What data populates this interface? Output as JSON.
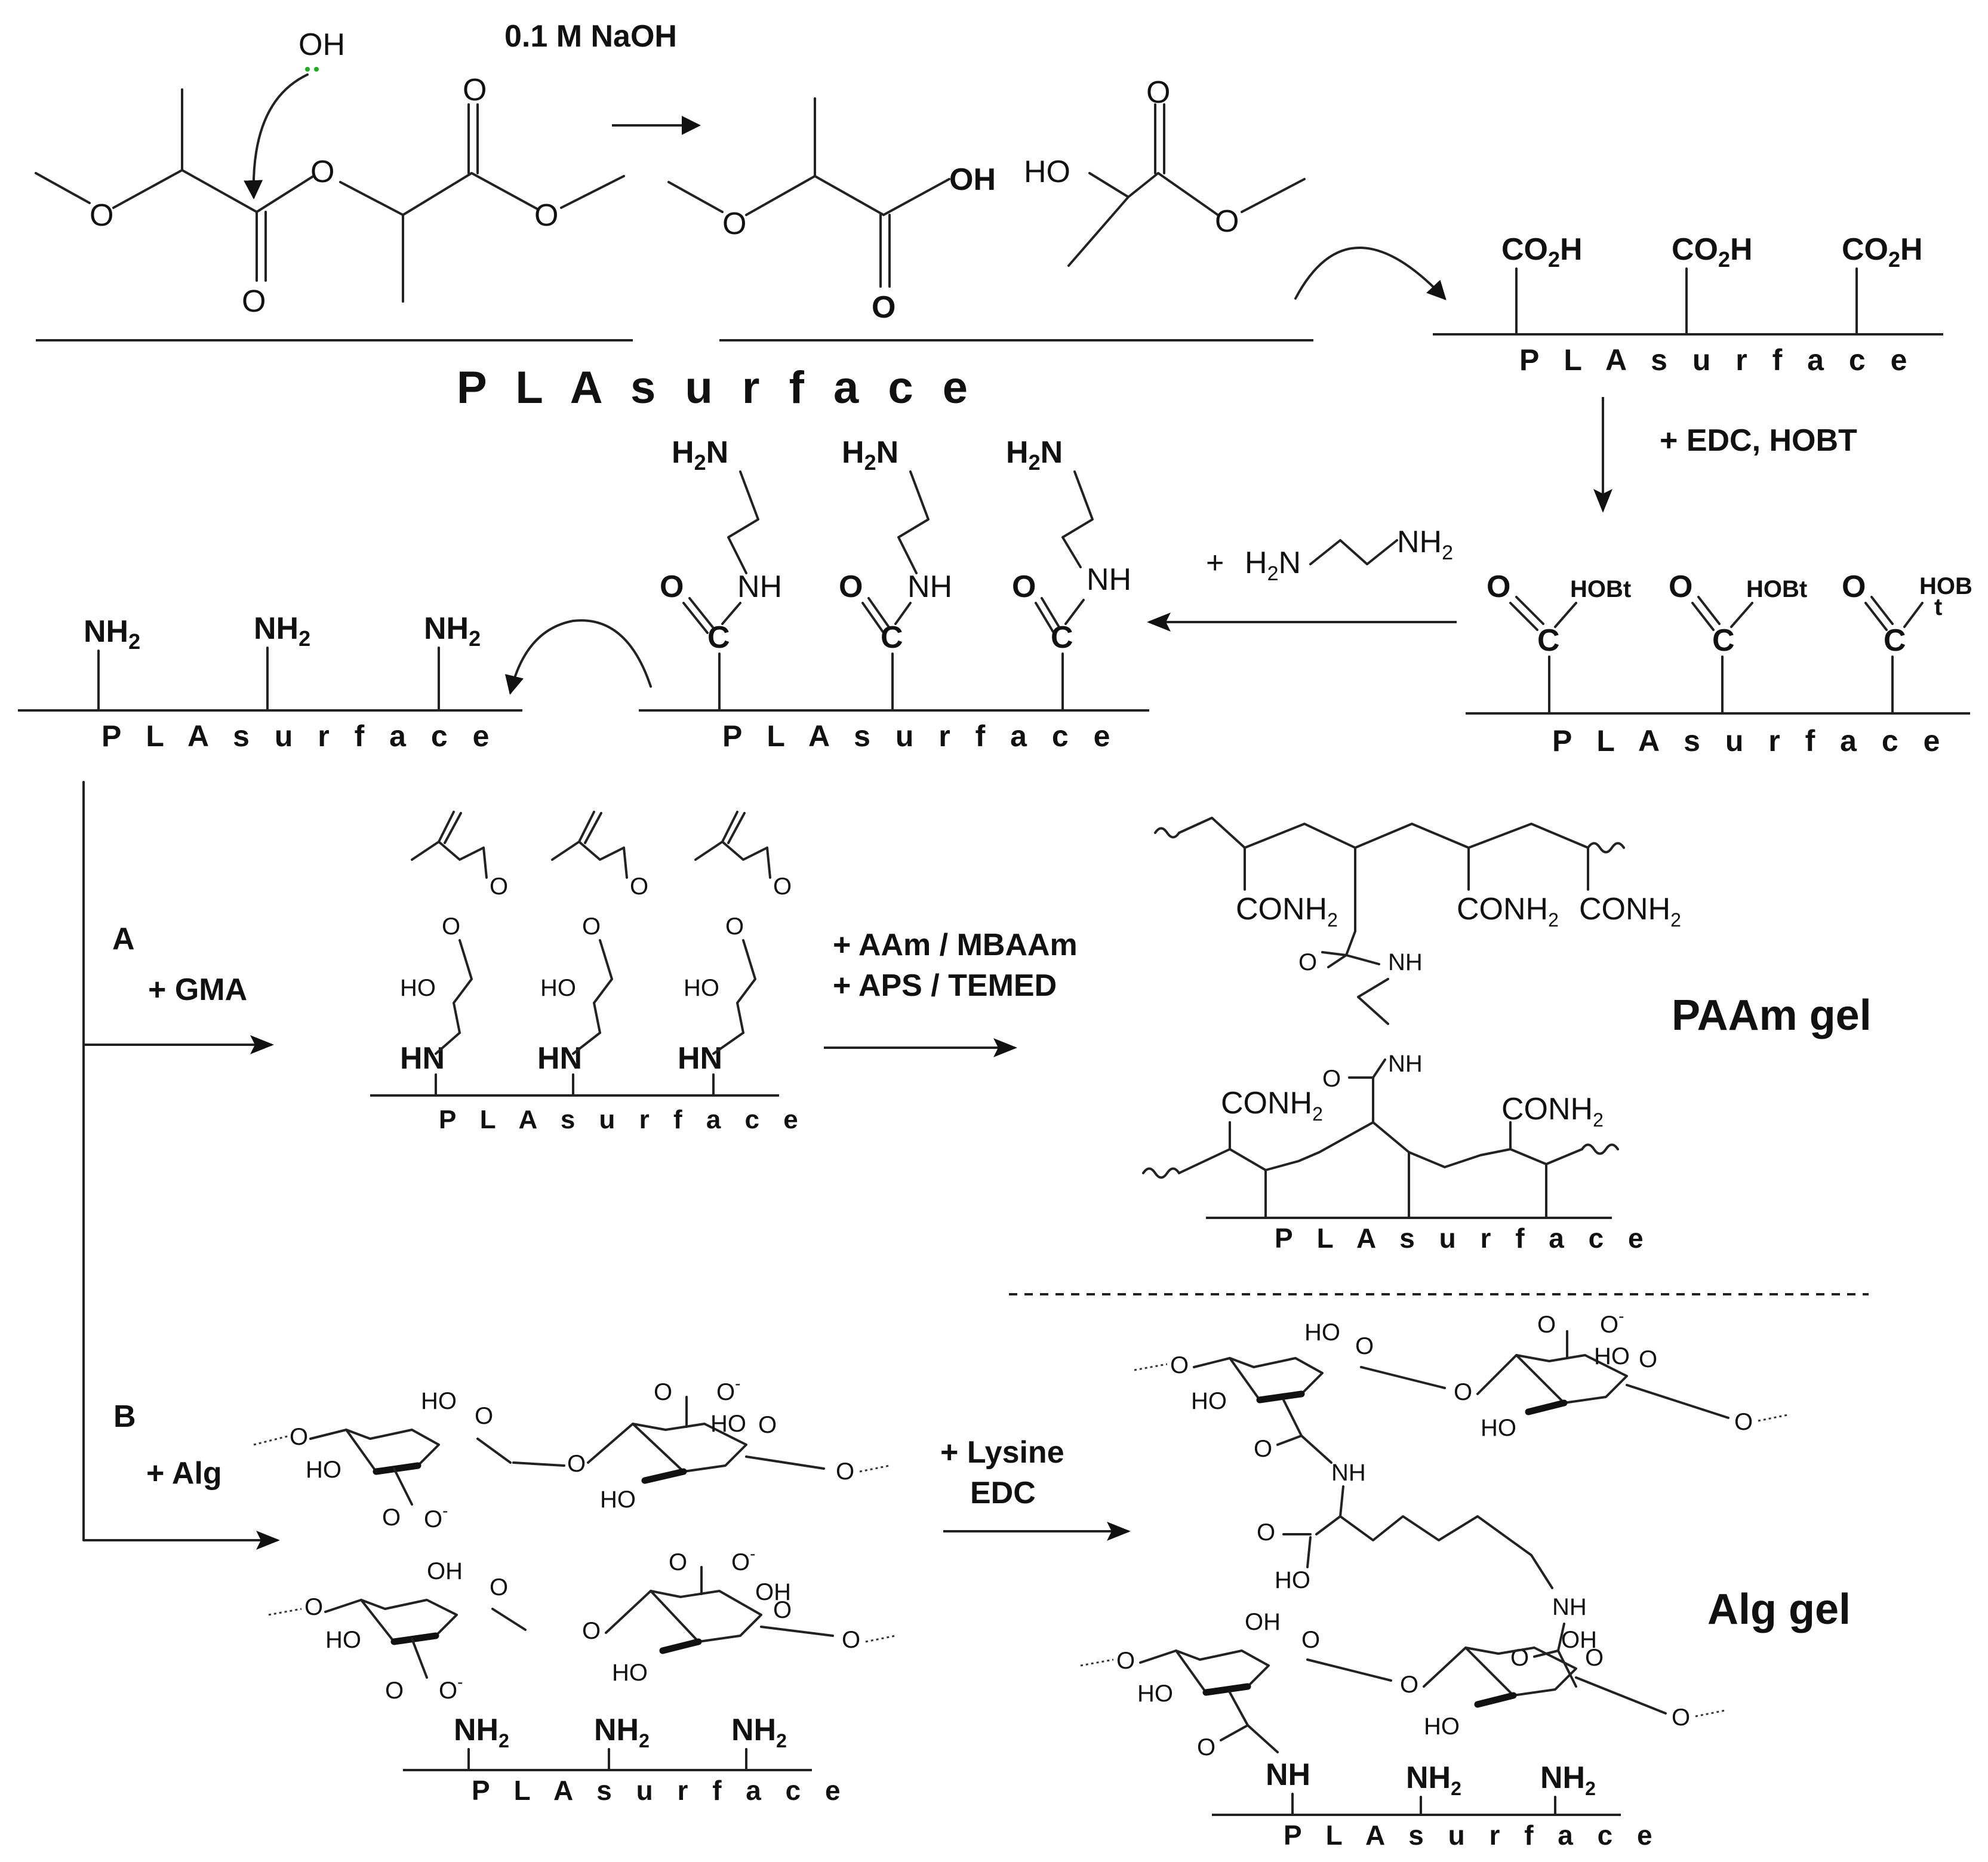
{
  "reagents": {
    "naoh": "0.1 M NaOH",
    "edc_hobt": "+ EDC, HOBT",
    "eda": "+ H2N",
    "gma": "+ GMA",
    "aam": "+ AAm / MBAAm",
    "aps": "+ APS / TEMED",
    "alg": "+ Alg",
    "lysine": "+ Lysine",
    "edc": "EDC"
  },
  "route_labels": {
    "a": "A",
    "b": "B"
  },
  "surface_label": "P L A   s u r f a c e",
  "surface_label_main": "P L A   s u r f a c e",
  "products": {
    "paam": "PAAm gel",
    "alg": "Alg gel"
  },
  "atoms": {
    "oh_ion": "OH",
    "O": "O",
    "OH": "OH",
    "HO": "HO",
    "co2h": "CO2H",
    "nh2": "NH2",
    "h2n": "H2N",
    "NH": "NH",
    "C": "C",
    "hobt": "HOBt",
    "hob": "HOB",
    "t": "t",
    "HN": "HN",
    "conh2": "CONH2",
    "O_minus": "O-"
  }
}
